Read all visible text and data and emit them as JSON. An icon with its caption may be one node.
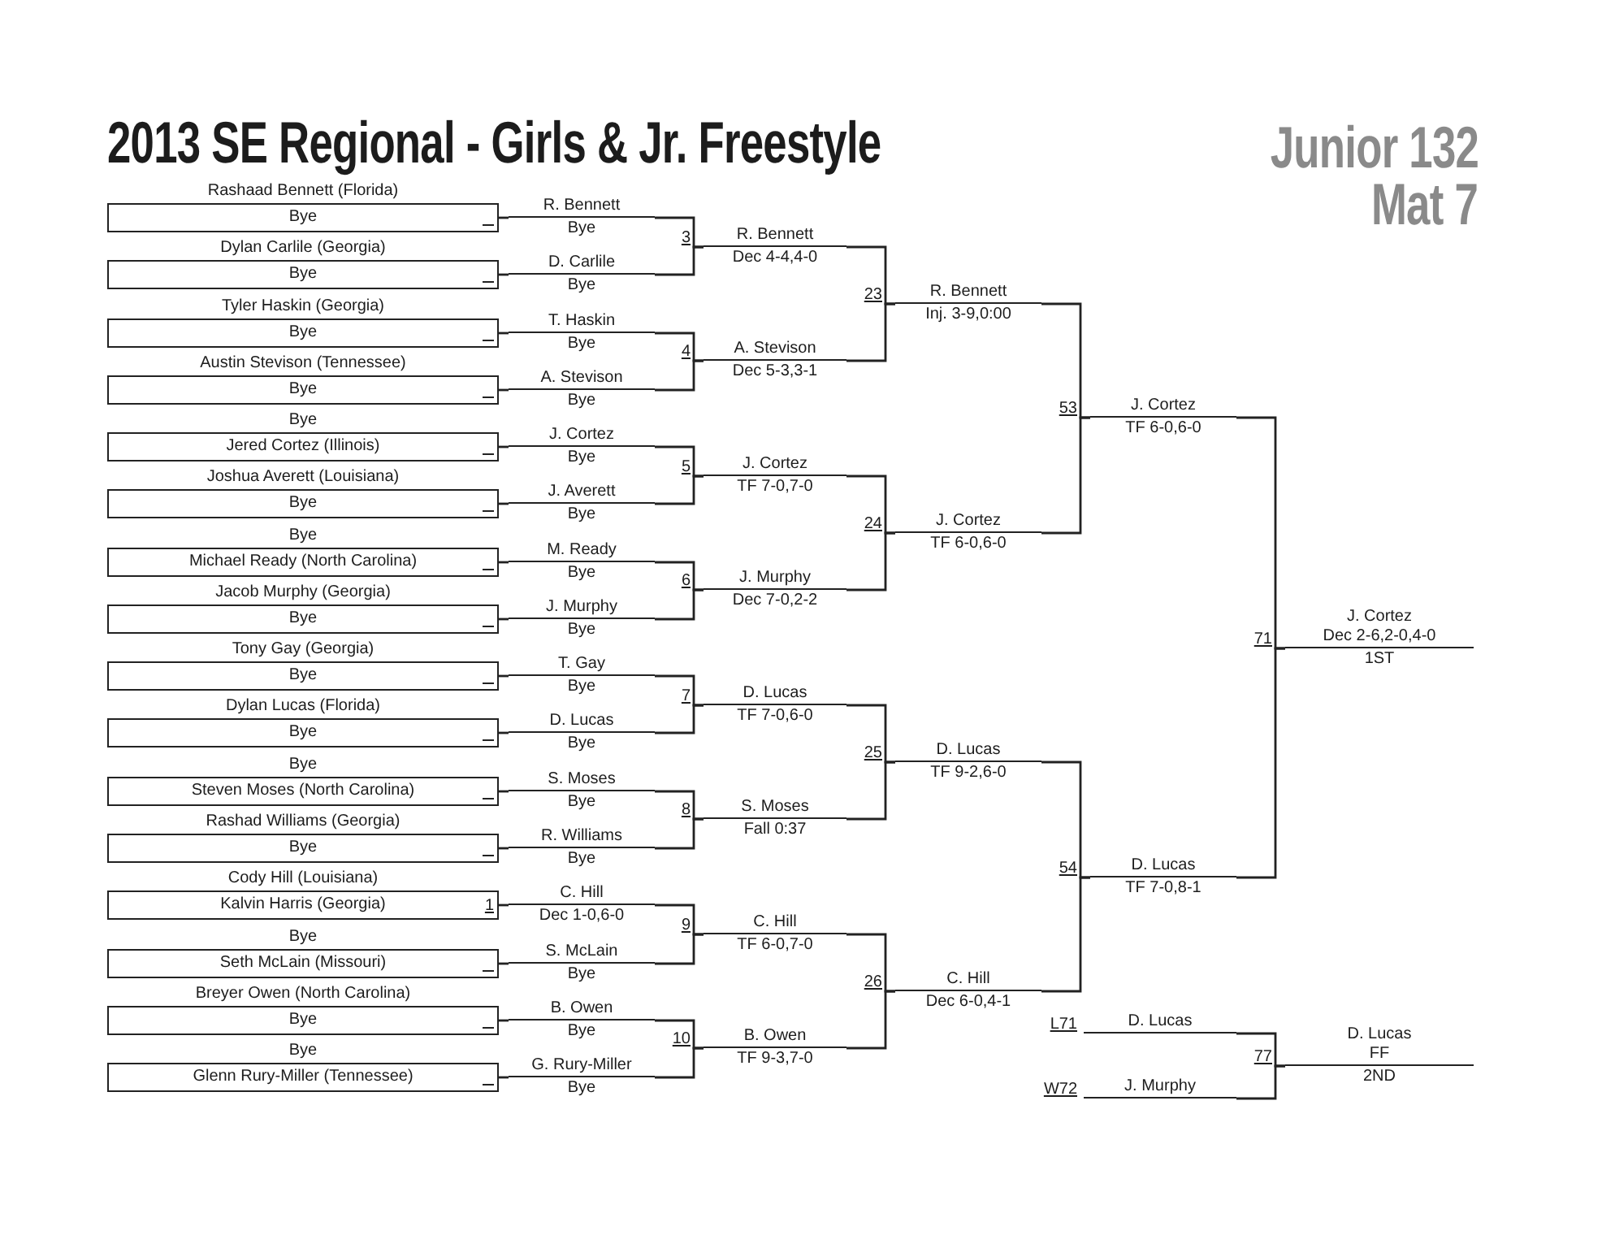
{
  "diagram": {
    "title": "2013 SE Regional - Girls & Jr. Freestyle",
    "nodes": [
      {
        "text": [
          "Rashaad Bennett (Florida)",
          "Bye"
        ]
      },
      {
        "text": [
          "Dylan Carlile (Georgia)",
          "Bye"
        ]
      },
      {
        "text": [
          "Tyler Haskin (Georgia)",
          "Bye"
        ]
      },
      {
        "text": [
          "Austin Stevison (Tennessee)",
          "Bye"
        ]
      },
      {
        "text": [
          "Bye",
          "Jered Cortez (Illinois)"
        ]
      },
      {
        "text": [
          "Joshua Averett (Louisiana)",
          "Bye"
        ]
      },
      {
        "text": [
          "Bye",
          "Michael Ready (North Carolina)"
        ]
      },
      {
        "text": [
          "Jacob Murphy (Georgia)",
          "Bye"
        ]
      },
      {
        "text": [
          "Tony Gay (Georgia)",
          "Bye"
        ]
      },
      {
        "text": [
          "Dylan Lucas (Florida)",
          "Bye"
        ]
      },
      {
        "text": [
          "Bye",
          "Steven Moses (North Carolina)"
        ]
      },
      {
        "text": [
          "Rashad Williams (Georgia)",
          "Bye"
        ]
      },
      {
        "text": [
          "Cody Hill (Louisiana)",
          "Kalvin Harris (Georgia)",
          "1"
        ]
      },
      {
        "text": [
          "Bye",
          "Seth McLain (Missouri)"
        ]
      },
      {
        "text": [
          "Breyer Owen (North Carolina)",
          "Bye"
        ]
      },
      {
        "text": [
          "Bye",
          "Glenn Rury-Miller (Tennessee)"
        ]
      },
      {
        "text": [
          "R. Bennett",
          "Bye"
        ]
      },
      {
        "text": [
          "D. Carlile",
          "Bye"
        ]
      },
      {
        "text": [
          "T. Haskin",
          "Bye"
        ]
      },
      {
        "text": [
          "A. Stevison",
          "Bye"
        ]
      },
      {
        "text": [
          "J. Cortez",
          "Bye"
        ]
      },
      {
        "text": [
          "J. Averett",
          "Bye"
        ]
      },
      {
        "text": [
          "M. Ready",
          "Bye"
        ]
      },
      {
        "text": [
          "J. Murphy",
          "Bye"
        ]
      },
      {
        "text": [
          "T. Gay",
          "Bye"
        ]
      },
      {
        "text": [
          "D. Lucas",
          "Bye"
        ]
      },
      {
        "text": [
          "S. Moses",
          "Bye"
        ]
      },
      {
        "text": [
          "R. Williams",
          "Bye"
        ]
      },
      {
        "text": [
          "C. Hill",
          "Dec 1-0,6-0"
        ]
      },
      {
        "text": [
          "S. McLain",
          "Bye"
        ]
      },
      {
        "text": [
          "B. Owen",
          "Bye"
        ]
      },
      {
        "text": [
          "G. Rury-Miller",
          "Bye"
        ]
      },
      {
        "text": [
          "R. Bennett",
          "Dec 4-4,4-0"
        ],
        "beside": [
          "3"
        ]
      },
      {
        "text": [
          "A. Stevison",
          "Dec 5-3,3-1"
        ],
        "beside": [
          "4"
        ]
      },
      {
        "text": [
          "J. Cortez",
          "TF 7-0,7-0"
        ],
        "beside": [
          "5"
        ]
      },
      {
        "text": [
          "J. Murphy",
          "Dec 7-0,2-2"
        ],
        "beside": [
          "6"
        ]
      },
      {
        "text": [
          "D. Lucas",
          "TF 7-0,6-0"
        ],
        "beside": [
          "7"
        ]
      },
      {
        "text": [
          "S. Moses",
          "Fall 0:37"
        ],
        "beside": [
          "8"
        ]
      },
      {
        "text": [
          "C. Hill",
          "TF 6-0,7-0"
        ],
        "beside": [
          "9"
        ]
      },
      {
        "text": [
          "B. Owen",
          "TF 9-3,7-0"
        ],
        "beside": [
          "10"
        ]
      },
      {
        "text": [
          "R. Bennett",
          "Inj. 3-9,0:00"
        ],
        "beside": [
          "23"
        ]
      },
      {
        "text": [
          "J. Cortez",
          "TF 6-0,6-0"
        ],
        "beside": [
          "24"
        ]
      },
      {
        "text": [
          "D. Lucas",
          "TF 9-2,6-0"
        ],
        "beside": [
          "25"
        ]
      },
      {
        "text": [
          "C. Hill",
          "Dec 6-0,4-1"
        ],
        "beside": [
          "26"
        ]
      },
      {
        "text": [
          "J. Cortez",
          "TF 6-0,6-0"
        ],
        "beside": [
          "53"
        ]
      },
      {
        "text": [
          "D. Lucas",
          "TF 7-0,8-1"
        ],
        "beside": [
          "54"
        ]
      },
      {
        "text": [
          "J. Cortez",
          "Dec 2-6,2-0,4-0",
          "1ST"
        ],
        "beside": [
          "71"
        ]
      },
      {
        "text": [
          "D. Lucas"
        ],
        "beside": [
          "L71"
        ]
      },
      {
        "text": [
          "J. Murphy"
        ],
        "beside": [
          "W72"
        ]
      },
      {
        "text": [
          "D. Lucas",
          "FF",
          "2ND"
        ],
        "beside": [
          "77"
        ]
      }
    ],
    "edges": [
      {
        "from": 0,
        "to": 16,
        "arrow": "none"
      },
      {
        "from": 1,
        "to": 17,
        "arrow": "none"
      },
      {
        "from": 2,
        "to": 18,
        "arrow": "none"
      },
      {
        "from": 3,
        "to": 19,
        "arrow": "none"
      },
      {
        "from": 4,
        "to": 20,
        "arrow": "none"
      },
      {
        "from": 5,
        "to": 21,
        "arrow": "none"
      },
      {
        "from": 6,
        "to": 22,
        "arrow": "none"
      },
      {
        "from": 7,
        "to": 23,
        "arrow": "none"
      },
      {
        "from": 8,
        "to": 24,
        "arrow": "none"
      },
      {
        "from": 9,
        "to": 25,
        "arrow": "none"
      },
      {
        "from": 10,
        "to": 26,
        "arrow": "none"
      },
      {
        "from": 11,
        "to": 27,
        "arrow": "none"
      },
      {
        "from": 12,
        "to": 28,
        "arrow": "none"
      },
      {
        "from": 13,
        "to": 29,
        "arrow": "none"
      },
      {
        "from": 14,
        "to": 30,
        "arrow": "none"
      },
      {
        "from": 15,
        "to": 31,
        "arrow": "none"
      },
      {
        "from": 16,
        "to": 32,
        "arrow": "none"
      },
      {
        "from": 17,
        "to": 32,
        "arrow": "none"
      },
      {
        "from": 18,
        "to": 33,
        "arrow": "none"
      },
      {
        "from": 19,
        "to": 33,
        "arrow": "none"
      },
      {
        "from": 20,
        "to": 34,
        "arrow": "none"
      },
      {
        "from": 21,
        "to": 34,
        "arrow": "none"
      },
      {
        "from": 22,
        "to": 35,
        "arrow": "none"
      },
      {
        "from": 23,
        "to": 35,
        "arrow": "none"
      },
      {
        "from": 24,
        "to": 36,
        "arrow": "none"
      },
      {
        "from": 25,
        "to": 36,
        "arrow": "none"
      },
      {
        "from": 26,
        "to": 37,
        "arrow": "none"
      },
      {
        "from": 27,
        "to": 37,
        "arrow": "none"
      },
      {
        "from": 28,
        "to": 38,
        "arrow": "none"
      },
      {
        "from": 29,
        "to": 38,
        "arrow": "none"
      },
      {
        "from": 30,
        "to": 39,
        "arrow": "none"
      },
      {
        "from": 31,
        "to": 39,
        "arrow": "none"
      },
      {
        "from": 32,
        "to": 40,
        "arrow": "none"
      },
      {
        "from": 33,
        "to": 40,
        "arrow": "none"
      },
      {
        "from": 34,
        "to": 41,
        "arrow": "none"
      },
      {
        "from": 35,
        "to": 41,
        "arrow": "none"
      },
      {
        "from": 36,
        "to": 42,
        "arrow": "none"
      },
      {
        "from": 37,
        "to": 42,
        "arrow": "none"
      },
      {
        "from": 38,
        "to": 43,
        "arrow": "none"
      },
      {
        "from": 39,
        "to": 43,
        "arrow": "none"
      },
      {
        "from": 40,
        "to": 44,
        "arrow": "none"
      },
      {
        "from": 41,
        "to": 44,
        "arrow": "none"
      },
      {
        "from": 42,
        "to": 45,
        "arrow": "none"
      },
      {
        "from": 43,
        "to": 45,
        "arrow": "none"
      },
      {
        "from": 44,
        "to": 46,
        "arrow": "none"
      },
      {
        "from": 45,
        "to": 46,
        "arrow": "none"
      },
      {
        "from": 47,
        "to": 49,
        "arrow": "none"
      },
      {
        "from": 48,
        "to": 49,
        "arrow": "none"
      }
    ],
    "labels": [
      "Junior 132",
      "Mat 7"
    ]
  }
}
